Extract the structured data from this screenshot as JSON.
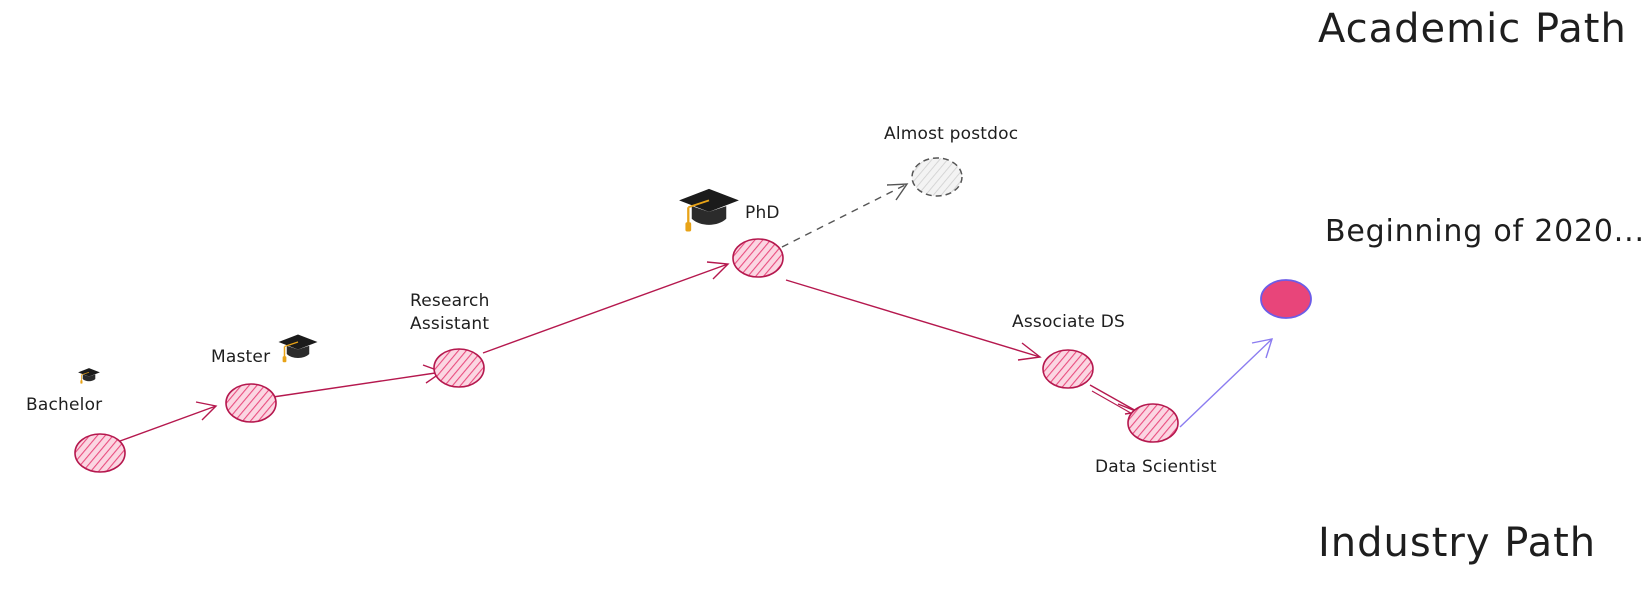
{
  "headings": {
    "academic": "Academic Path",
    "industry": "Industry Path",
    "now": "Beginning of 2020..."
  },
  "nodes": {
    "bachelor": "Bachelor",
    "master": "Master",
    "research_line1": "Research",
    "research_line2": "Assistant",
    "phd": "PhD",
    "postdoc": "Almost postdoc",
    "associate": "Associate DS",
    "ds": "Data Scientist"
  },
  "colors": {
    "career_fill": "#f07fa0",
    "career_stroke": "#b5184e",
    "current_fill": "#e8457a",
    "current_stroke": "#6c5ce7",
    "dashed": "#555555",
    "arrow_final": "#8b7cf0",
    "cap": "#1b1b1b",
    "tassel": "#e8a317"
  },
  "icons": [
    "graduation-cap-icon"
  ]
}
